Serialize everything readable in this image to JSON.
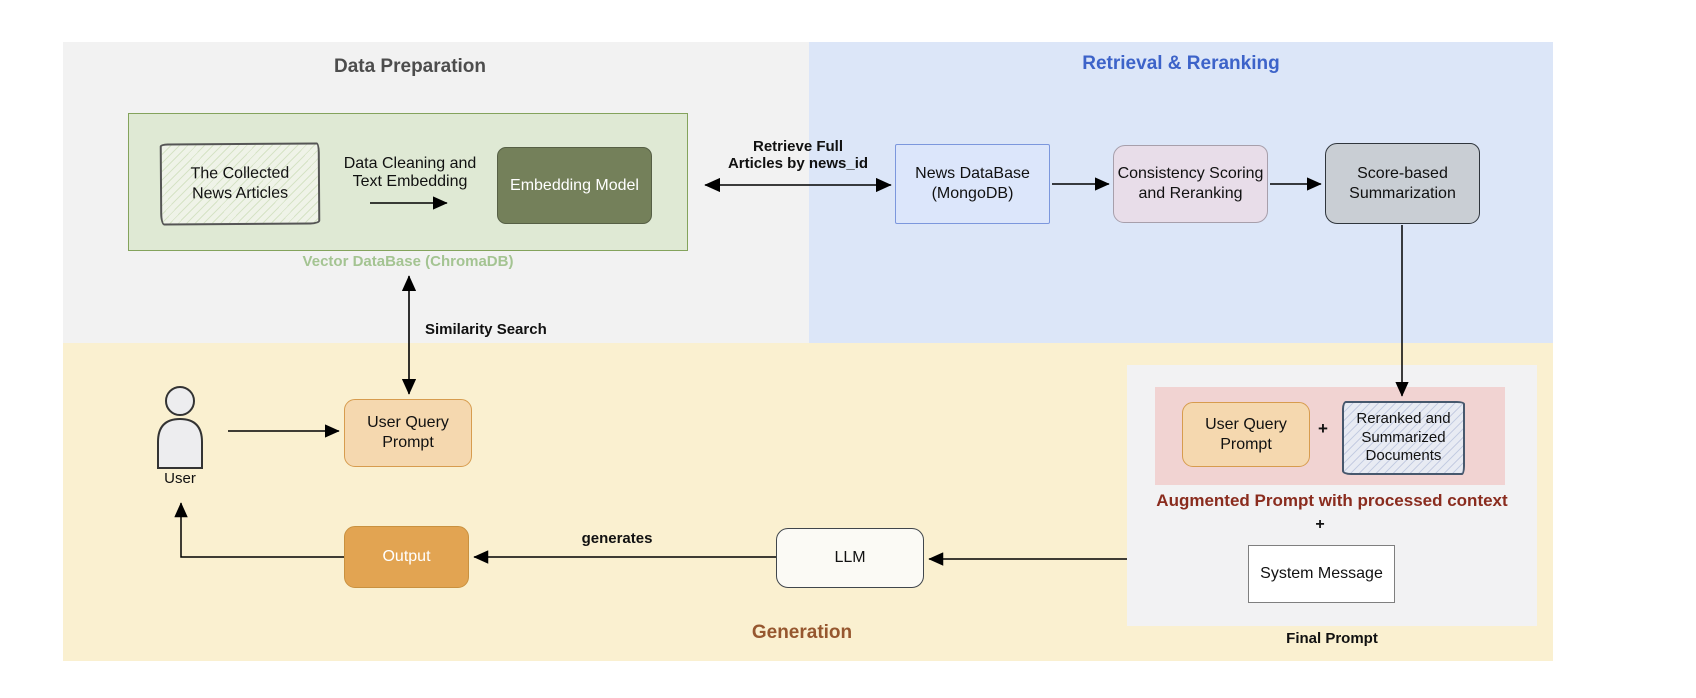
{
  "sections": {
    "data_preparation": {
      "title": "Data Preparation",
      "title_color": "#4d4d4d",
      "bg": "#f2f2f2"
    },
    "retrieval_reranking": {
      "title": "Retrieval & Reranking",
      "title_color": "#3d63c9",
      "bg": "#dce6f8"
    },
    "generation": {
      "title": "Generation",
      "title_color": "#96572f",
      "bg": "#faf0d0"
    }
  },
  "vector_db": {
    "label": "Vector DataBase (ChromaDB)",
    "label_color": "#a4c492",
    "container_bg": "#dfe9d4",
    "collected_articles": "The Collected\nNews Articles",
    "embedding_model": "Embedding Model",
    "embedding_bg": "#74805a"
  },
  "pipeline": {
    "news_database": "News DataBase\n(MongoDB)",
    "news_database_bg": "#dce6fb",
    "consistency": "Consistency Scoring\nand Reranking",
    "consistency_bg": "#e8dde9",
    "score_summarization": "Score-based\nSummarization",
    "score_bg": "#c9ced4"
  },
  "edges": {
    "data_cleaning": "Data Cleaning and\nText Embedding",
    "retrieve_full": "Retrieve Full\nArticles by news_id",
    "similarity_search": "Similarity Search",
    "generates": "generates"
  },
  "generation_flow": {
    "user_icon": "person-silhouette",
    "user": "User",
    "user_query_prompt": "User Query\nPrompt",
    "user_query_bg": "#f5d8af",
    "output": "Output",
    "output_bg": "#e2a452",
    "llm": "LLM"
  },
  "final_prompt": {
    "user_query_prompt": "User Query\nPrompt",
    "plus_1": "+",
    "reranked_docs": "Reranked and\nSummarized\nDocuments",
    "augmented_label": "Augmented Prompt with processed context",
    "augmented_color": "#8a2c1e",
    "plus_2": "+",
    "system_message": "System Message",
    "label": "Final Prompt",
    "strip_bg": "#f1d3d2"
  }
}
